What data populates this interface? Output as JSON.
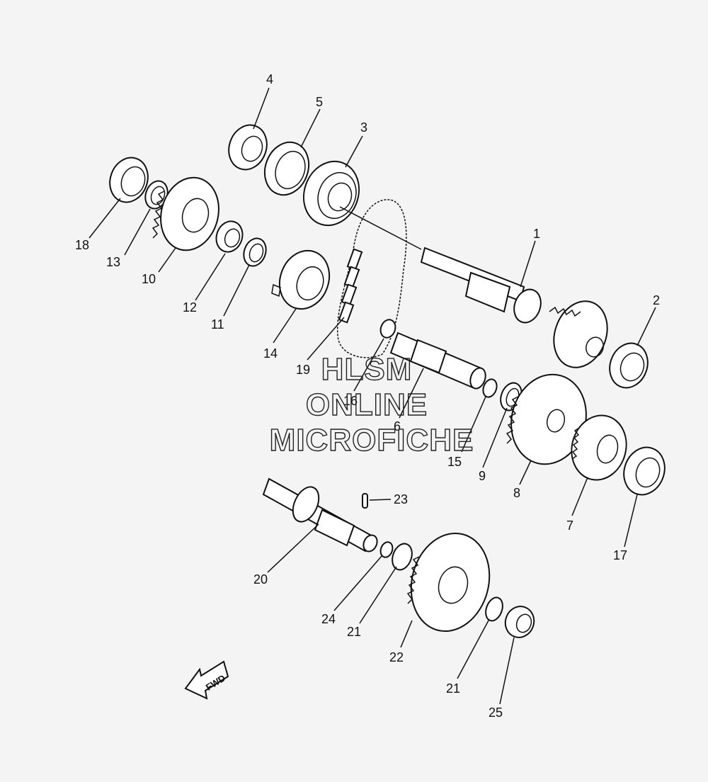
{
  "diagram": {
    "labels": [
      "1",
      "2",
      "3",
      "4",
      "5",
      "6",
      "7",
      "8",
      "9",
      "10",
      "11",
      "12",
      "13",
      "14",
      "15",
      "16",
      "17",
      "18",
      "19",
      "20",
      "21",
      "21",
      "22",
      "23",
      "24",
      "25"
    ],
    "watermark": {
      "line1": "HLSM",
      "line2": "ONLINE",
      "line3": "MICROFICHE"
    },
    "fwd_indicator": "FWD"
  }
}
